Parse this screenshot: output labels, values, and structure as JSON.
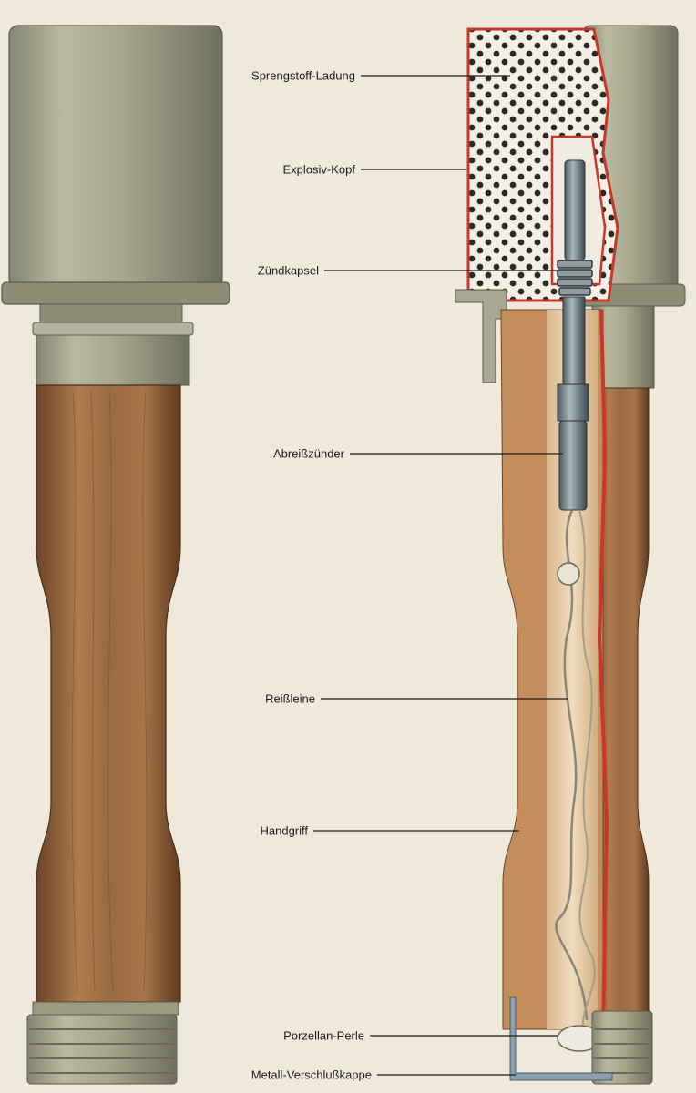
{
  "diagram": {
    "labels": [
      {
        "id": "sprengstoff",
        "text": "Sprengstoff-Ladung"
      },
      {
        "id": "explosiv",
        "text": "Explosiv-Kopf"
      },
      {
        "id": "zuendkapsel",
        "text": "Zündkapsel"
      },
      {
        "id": "abreiss",
        "text": "Abreißzünder"
      },
      {
        "id": "reissleine",
        "text": "Reißleine"
      },
      {
        "id": "handgriff",
        "text": "Handgriff"
      },
      {
        "id": "perle",
        "text": "Porzellan-Perle"
      },
      {
        "id": "kappe",
        "text": "Metall-Verschlußkappe"
      }
    ]
  },
  "colors": {
    "paper": "#efe9dc",
    "metal": "#9c9b82",
    "wood": "#94613a",
    "wood_cut": "#c38d5c",
    "wood_core": "#e6c9a1",
    "explosive_dot": "#2e2a27",
    "red_casing": "#c8372c",
    "steel": "#6e7d82"
  }
}
